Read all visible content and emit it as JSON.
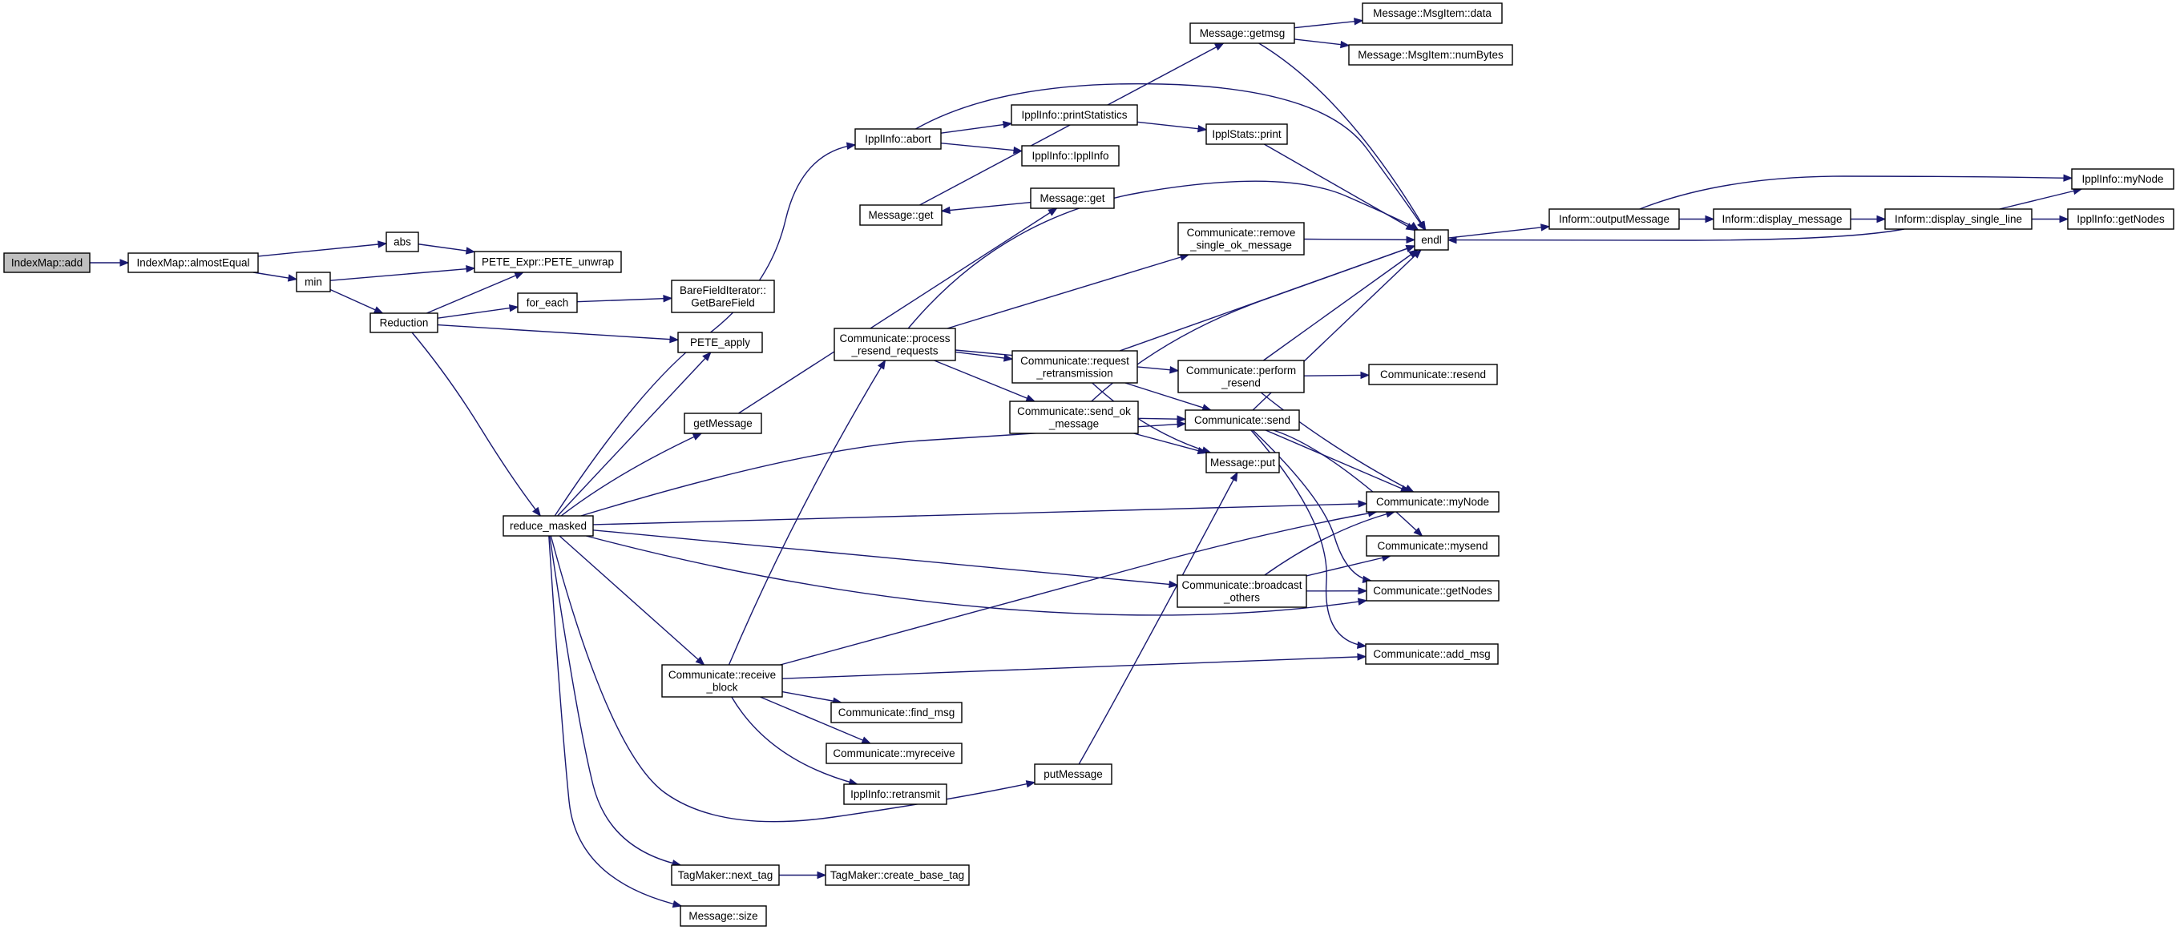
{
  "diagram": {
    "type": "call-graph",
    "root": "IndexMap::add",
    "nodes": [
      {
        "id": "add",
        "lines": [
          "IndexMap::add"
        ],
        "root": true
      },
      {
        "id": "almostEqual",
        "lines": [
          "IndexMap::almostEqual"
        ]
      },
      {
        "id": "abs",
        "lines": [
          "abs"
        ]
      },
      {
        "id": "min",
        "lines": [
          "min"
        ]
      },
      {
        "id": "unwrap",
        "lines": [
          "PETE_Expr::PETE_unwrap"
        ]
      },
      {
        "id": "reduction",
        "lines": [
          "Reduction"
        ]
      },
      {
        "id": "foreach",
        "lines": [
          "for_each"
        ]
      },
      {
        "id": "getbarefield",
        "lines": [
          "BareFieldIterator::",
          "GetBareField"
        ]
      },
      {
        "id": "peteapply",
        "lines": [
          "PETE_apply"
        ]
      },
      {
        "id": "reducemasked",
        "lines": [
          "reduce_masked"
        ]
      },
      {
        "id": "abort",
        "lines": [
          "IpplInfo::abort"
        ]
      },
      {
        "id": "printstats",
        "lines": [
          "IpplInfo::printStatistics"
        ]
      },
      {
        "id": "ipplinfo",
        "lines": [
          "IpplInfo::IpplInfo"
        ]
      },
      {
        "id": "statsprint",
        "lines": [
          "IpplStats::print"
        ]
      },
      {
        "id": "getmsg",
        "lines": [
          "Message::getmsg"
        ]
      },
      {
        "id": "msgdata",
        "lines": [
          "Message::MsgItem::data"
        ]
      },
      {
        "id": "numbytes",
        "lines": [
          "Message::MsgItem::numBytes"
        ]
      },
      {
        "id": "messageget",
        "lines": [
          "Message::get"
        ]
      },
      {
        "id": "get",
        "lines": [
          "Message::get"
        ]
      },
      {
        "id": "getmessage",
        "lines": [
          "getMessage"
        ]
      },
      {
        "id": "endl",
        "lines": [
          "endl"
        ]
      },
      {
        "id": "outputmessage",
        "lines": [
          "Inform::outputMessage"
        ]
      },
      {
        "id": "displaymessage",
        "lines": [
          "Inform::display_message"
        ]
      },
      {
        "id": "displaysingle",
        "lines": [
          "Inform::display_single_line"
        ]
      },
      {
        "id": "ipplmynode",
        "lines": [
          "IpplInfo::myNode"
        ]
      },
      {
        "id": "ipplgetnodes",
        "lines": [
          "IpplInfo::getNodes"
        ]
      },
      {
        "id": "removesingle",
        "lines": [
          "Communicate::remove",
          "_single_ok_message"
        ]
      },
      {
        "id": "processresend",
        "lines": [
          "Communicate::process",
          "_resend_requests"
        ]
      },
      {
        "id": "requestretrans",
        "lines": [
          "Communicate::request",
          "_retransmission"
        ]
      },
      {
        "id": "performresend",
        "lines": [
          "Communicate::perform",
          "_resend"
        ]
      },
      {
        "id": "resend",
        "lines": [
          "Communicate::resend"
        ]
      },
      {
        "id": "sendok",
        "lines": [
          "Communicate::send_ok",
          "_message"
        ]
      },
      {
        "id": "send",
        "lines": [
          "Communicate::send"
        ]
      },
      {
        "id": "messageput",
        "lines": [
          "Message::put"
        ]
      },
      {
        "id": "commmynode",
        "lines": [
          "Communicate::myNode"
        ]
      },
      {
        "id": "mysend",
        "lines": [
          "Communicate::mysend"
        ]
      },
      {
        "id": "broadcast",
        "lines": [
          "Communicate::broadcast",
          "_others"
        ]
      },
      {
        "id": "commgetnodes",
        "lines": [
          "Communicate::getNodes"
        ]
      },
      {
        "id": "addmsg",
        "lines": [
          "Communicate::add_msg"
        ]
      },
      {
        "id": "receiveblock",
        "lines": [
          "Communicate::receive",
          "_block"
        ]
      },
      {
        "id": "findmsg",
        "lines": [
          "Communicate::find_msg"
        ]
      },
      {
        "id": "myreceive",
        "lines": [
          "Communicate::myreceive"
        ]
      },
      {
        "id": "retransmit",
        "lines": [
          "IpplInfo::retransmit"
        ]
      },
      {
        "id": "putmessage",
        "lines": [
          "putMessage"
        ]
      },
      {
        "id": "nexttag",
        "lines": [
          "TagMaker::next_tag"
        ]
      },
      {
        "id": "createbasetag",
        "lines": [
          "TagMaker::create_base_tag"
        ]
      },
      {
        "id": "messagesize",
        "lines": [
          "Message::size"
        ]
      }
    ],
    "edges": [
      {
        "from": "add",
        "to": "almostEqual"
      },
      {
        "from": "almostEqual",
        "to": "abs"
      },
      {
        "from": "almostEqual",
        "to": "min"
      },
      {
        "from": "abs",
        "to": "unwrap"
      },
      {
        "from": "min",
        "to": "unwrap"
      },
      {
        "from": "min",
        "to": "reduction"
      },
      {
        "from": "reduction",
        "to": "unwrap"
      },
      {
        "from": "reduction",
        "to": "foreach"
      },
      {
        "from": "foreach",
        "to": "getbarefield"
      },
      {
        "from": "reduction",
        "to": "peteapply"
      },
      {
        "from": "reduction",
        "to": "reducemasked"
      },
      {
        "from": "reducemasked",
        "to": "peteapply"
      },
      {
        "from": "reducemasked",
        "to": "abort"
      },
      {
        "from": "reducemasked",
        "to": "getmessage"
      },
      {
        "from": "reducemasked",
        "to": "send"
      },
      {
        "from": "reducemasked",
        "to": "commmynode"
      },
      {
        "from": "reducemasked",
        "to": "broadcast"
      },
      {
        "from": "reducemasked",
        "to": "commgetnodes"
      },
      {
        "from": "reducemasked",
        "to": "receiveblock"
      },
      {
        "from": "reducemasked",
        "to": "putmessage"
      },
      {
        "from": "reducemasked",
        "to": "nexttag"
      },
      {
        "from": "reducemasked",
        "to": "messagesize"
      },
      {
        "from": "abort",
        "to": "printstats"
      },
      {
        "from": "abort",
        "to": "ipplinfo"
      },
      {
        "from": "abort",
        "to": "endl"
      },
      {
        "from": "printstats",
        "to": "statsprint"
      },
      {
        "from": "statsprint",
        "to": "endl"
      },
      {
        "from": "getmessage",
        "to": "messageget"
      },
      {
        "from": "messageget",
        "to": "get"
      },
      {
        "from": "get",
        "to": "getmsg"
      },
      {
        "from": "getmsg",
        "to": "msgdata"
      },
      {
        "from": "getmsg",
        "to": "numbytes"
      },
      {
        "from": "getmsg",
        "to": "endl"
      },
      {
        "from": "endl",
        "to": "outputmessage"
      },
      {
        "from": "outputmessage",
        "to": "displaymessage"
      },
      {
        "from": "outputmessage",
        "to": "ipplmynode"
      },
      {
        "from": "displaymessage",
        "to": "displaysingle"
      },
      {
        "from": "displaysingle",
        "to": "ipplmynode"
      },
      {
        "from": "displaysingle",
        "to": "ipplgetnodes"
      },
      {
        "from": "displaysingle",
        "to": "endl"
      },
      {
        "from": "processresend",
        "to": "endl"
      },
      {
        "from": "processresend",
        "to": "removesingle"
      },
      {
        "from": "processresend",
        "to": "requestretrans"
      },
      {
        "from": "processresend",
        "to": "performresend"
      },
      {
        "from": "processresend",
        "to": "sendok"
      },
      {
        "from": "removesingle",
        "to": "endl"
      },
      {
        "from": "requestretrans",
        "to": "endl"
      },
      {
        "from": "requestretrans",
        "to": "send"
      },
      {
        "from": "requestretrans",
        "to": "messageput"
      },
      {
        "from": "performresend",
        "to": "endl"
      },
      {
        "from": "performresend",
        "to": "resend"
      },
      {
        "from": "performresend",
        "to": "commmynode"
      },
      {
        "from": "sendok",
        "to": "endl"
      },
      {
        "from": "sendok",
        "to": "send"
      },
      {
        "from": "sendok",
        "to": "messageput"
      },
      {
        "from": "send",
        "to": "endl"
      },
      {
        "from": "send",
        "to": "commmynode"
      },
      {
        "from": "send",
        "to": "mysend"
      },
      {
        "from": "send",
        "to": "commgetnodes"
      },
      {
        "from": "send",
        "to": "addmsg"
      },
      {
        "from": "broadcast",
        "to": "commmynode"
      },
      {
        "from": "broadcast",
        "to": "mysend"
      },
      {
        "from": "broadcast",
        "to": "commgetnodes"
      },
      {
        "from": "receiveblock",
        "to": "processresend"
      },
      {
        "from": "receiveblock",
        "to": "commmynode"
      },
      {
        "from": "receiveblock",
        "to": "addmsg"
      },
      {
        "from": "receiveblock",
        "to": "findmsg"
      },
      {
        "from": "receiveblock",
        "to": "myreceive"
      },
      {
        "from": "receiveblock",
        "to": "retransmit"
      },
      {
        "from": "putmessage",
        "to": "messageput"
      },
      {
        "from": "nexttag",
        "to": "createbasetag"
      }
    ]
  }
}
